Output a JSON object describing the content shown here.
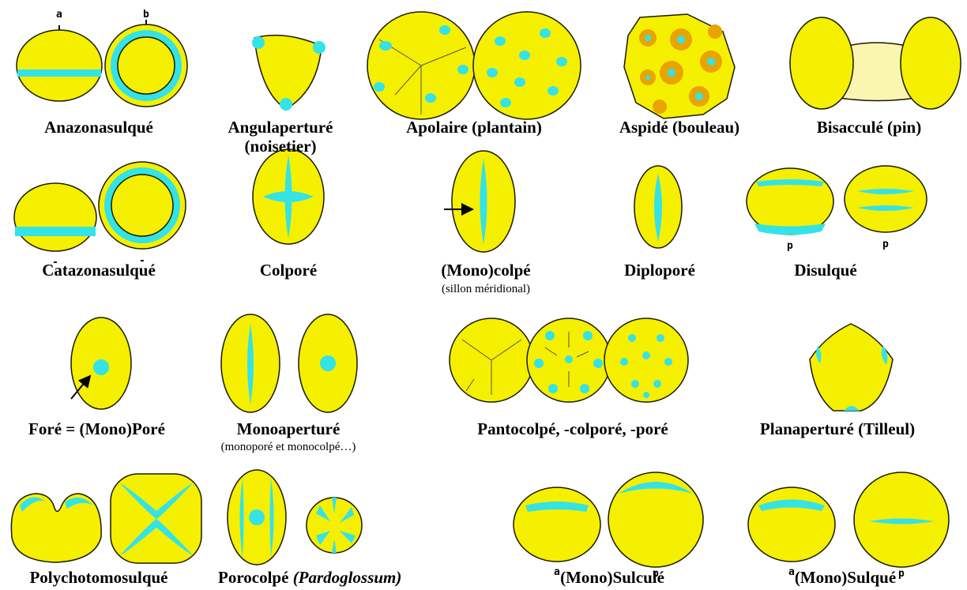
{
  "colors": {
    "grain": "#f5ef00",
    "aperture": "#33e3e6",
    "rim": "#1a1a00",
    "sac": "#faf5b0",
    "aspide": "#e8a400"
  },
  "cells": [
    {
      "label": "Anazonasulqué",
      "letters": [
        "a",
        "b"
      ],
      "icons": [
        "anazona-side",
        "anazona-polar"
      ]
    },
    {
      "label": "Angulaperturé",
      "label2": "(noisetier)",
      "icons": [
        "triangle-pores"
      ]
    },
    {
      "label": "Apolaire (plantain)",
      "icons": [
        "apolar-a",
        "apolar-b"
      ]
    },
    {
      "label": "Aspidé (bouleau)",
      "icons": [
        "aspide"
      ]
    },
    {
      "label": "Bisacculé (pin)",
      "icons": [
        "bisaccate"
      ]
    },
    {
      "label": "Catazonasulqué",
      "letters": [
        "-",
        "-"
      ],
      "icons": [
        "catazona-side",
        "catazona-polar"
      ]
    },
    {
      "label": "Colporé",
      "icons": [
        "colpore"
      ]
    },
    {
      "label": "(Mono)colpé",
      "sub": "(sillon méridional)",
      "icons": [
        "monocolpe"
      ]
    },
    {
      "label": "Diploporé",
      "icons": [
        "diplopore"
      ]
    },
    {
      "label": "Disulqué",
      "letters": [
        "p",
        "p"
      ],
      "icons": [
        "disulque-a",
        "disulque-b"
      ]
    },
    {
      "label": "Foré = (Mono)Poré",
      "icons": [
        "fore"
      ]
    },
    {
      "label": "Monoaperturé",
      "sub": "(monoporé et monocolpé…)",
      "icons": [
        "mono-colpe",
        "mono-pore"
      ]
    },
    {
      "label": "Pantocolpé, -colporé, -poré",
      "icons": [
        "panto-a",
        "panto-b",
        "panto-c"
      ]
    },
    {
      "label": "Planaperturé (Tilleul)",
      "icons": [
        "planaperture"
      ]
    },
    {
      "label": "Polychotomosulqué",
      "icons": [
        "polycho-side",
        "polycho-polar"
      ]
    },
    {
      "label": "Porocolpé",
      "label_italic": "(Pardoglossum)",
      "icons": [
        "porocolpe-a",
        "porocolpe-b"
      ]
    },
    {
      "label": "(Mono)Sulculé",
      "letters": [
        "a",
        "p"
      ],
      "icons": [
        "sulcule-a",
        "sulcule-b"
      ]
    },
    {
      "label": "(Mono)Sulqué",
      "letters": [
        "a",
        "p"
      ],
      "icons": [
        "sulque-a",
        "sulque-b"
      ]
    }
  ]
}
